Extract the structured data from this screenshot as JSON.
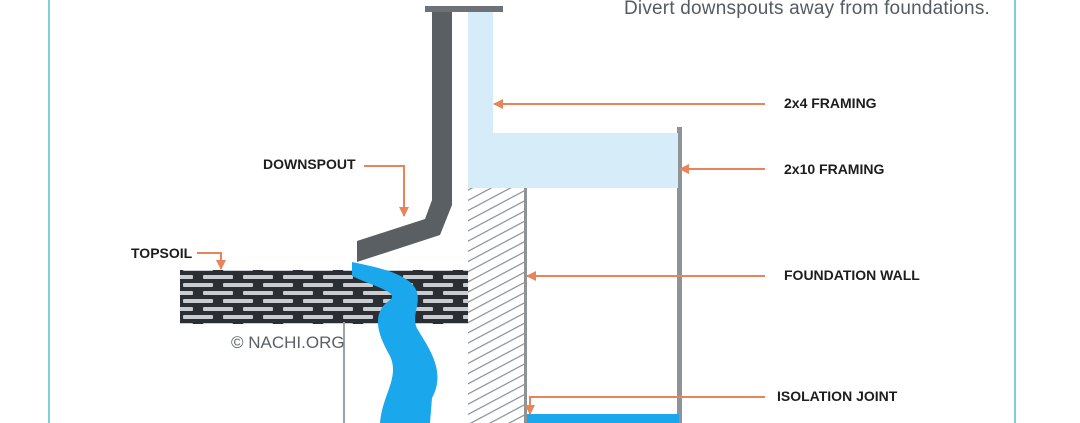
{
  "caption": "Divert downspouts away from foundations.",
  "labels": {
    "framing_2x4": "2x4 FRAMING",
    "framing_2x10": "2x10 FRAMING",
    "downspout": "DOWNSPOUT",
    "topsoil": "TOPSOIL",
    "foundation_wall": "FOUNDATION WALL",
    "isolation_joint": "ISOLATION JOINT"
  },
  "copyright": "© NACHI.ORG",
  "colors": {
    "arrow": "#e8845a",
    "water": "#1aa7ec",
    "framing": "#d6ecf8",
    "downspout": "#5a5f63",
    "topsoil": "#2b2f33",
    "border": "#7fcfd9"
  }
}
